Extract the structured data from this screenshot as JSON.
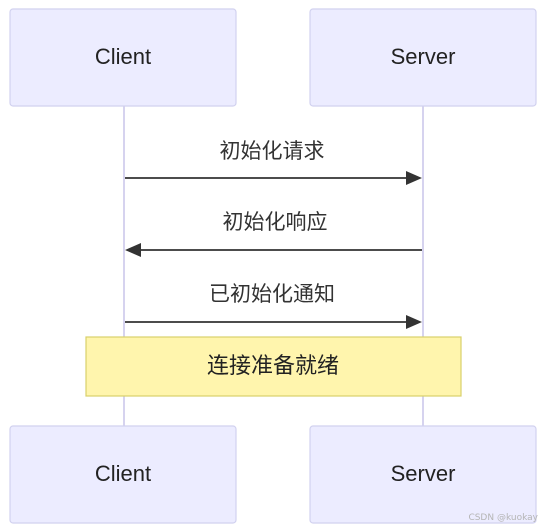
{
  "participants": {
    "client": "Client",
    "server": "Server"
  },
  "messages": [
    {
      "text": "初始化请求",
      "from": "client",
      "to": "server"
    },
    {
      "text": "初始化响应",
      "from": "server",
      "to": "client"
    },
    {
      "text": "已初始化通知",
      "from": "client",
      "to": "server"
    }
  ],
  "note": {
    "text": "连接准备就绪"
  },
  "watermark": "CSDN @kuokay",
  "colors": {
    "actor_fill": "#ececff",
    "actor_border": "#d1d1ef",
    "lifeline": "#d6d3ef",
    "arrow": "#333333",
    "note_fill": "#fff5ad",
    "note_border": "#d8d06b"
  }
}
